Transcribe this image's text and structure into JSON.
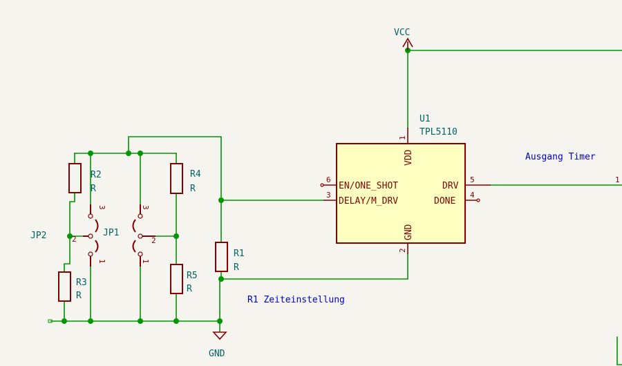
{
  "power": {
    "vcc": "VCC",
    "gnd": "GND"
  },
  "u1": {
    "ref": "U1",
    "value": "TPL5110",
    "pins": {
      "vdd": {
        "name": "VDD",
        "num": "1"
      },
      "en": {
        "name": "EN/ONE_SHOT",
        "num": "6"
      },
      "delay": {
        "name": "DELAY/M_DRV",
        "num": "3"
      },
      "gnd": {
        "name": "GND",
        "num": "2"
      },
      "drv": {
        "name": "DRV",
        "num": "5"
      },
      "done": {
        "name": "DONE",
        "num": "4"
      }
    }
  },
  "resistors": {
    "r1": {
      "ref": "R1",
      "value": "R"
    },
    "r2": {
      "ref": "R2",
      "value": "R"
    },
    "r3": {
      "ref": "R3",
      "value": "R"
    },
    "r4": {
      "ref": "R4",
      "value": "R"
    },
    "r5": {
      "ref": "R5",
      "value": "R"
    }
  },
  "jumpers": {
    "jp1": {
      "ref": "JP1",
      "pin1": "1",
      "pin2": "2",
      "pin3": "3"
    },
    "jp2": {
      "ref": "JP2",
      "pin1": "1",
      "pin2": "2",
      "pin3": "3"
    }
  },
  "notes": {
    "ausgang": "Ausgang Timer",
    "r1_zeit": "R1  Zeiteinstellung"
  },
  "connector_pin": "1"
}
